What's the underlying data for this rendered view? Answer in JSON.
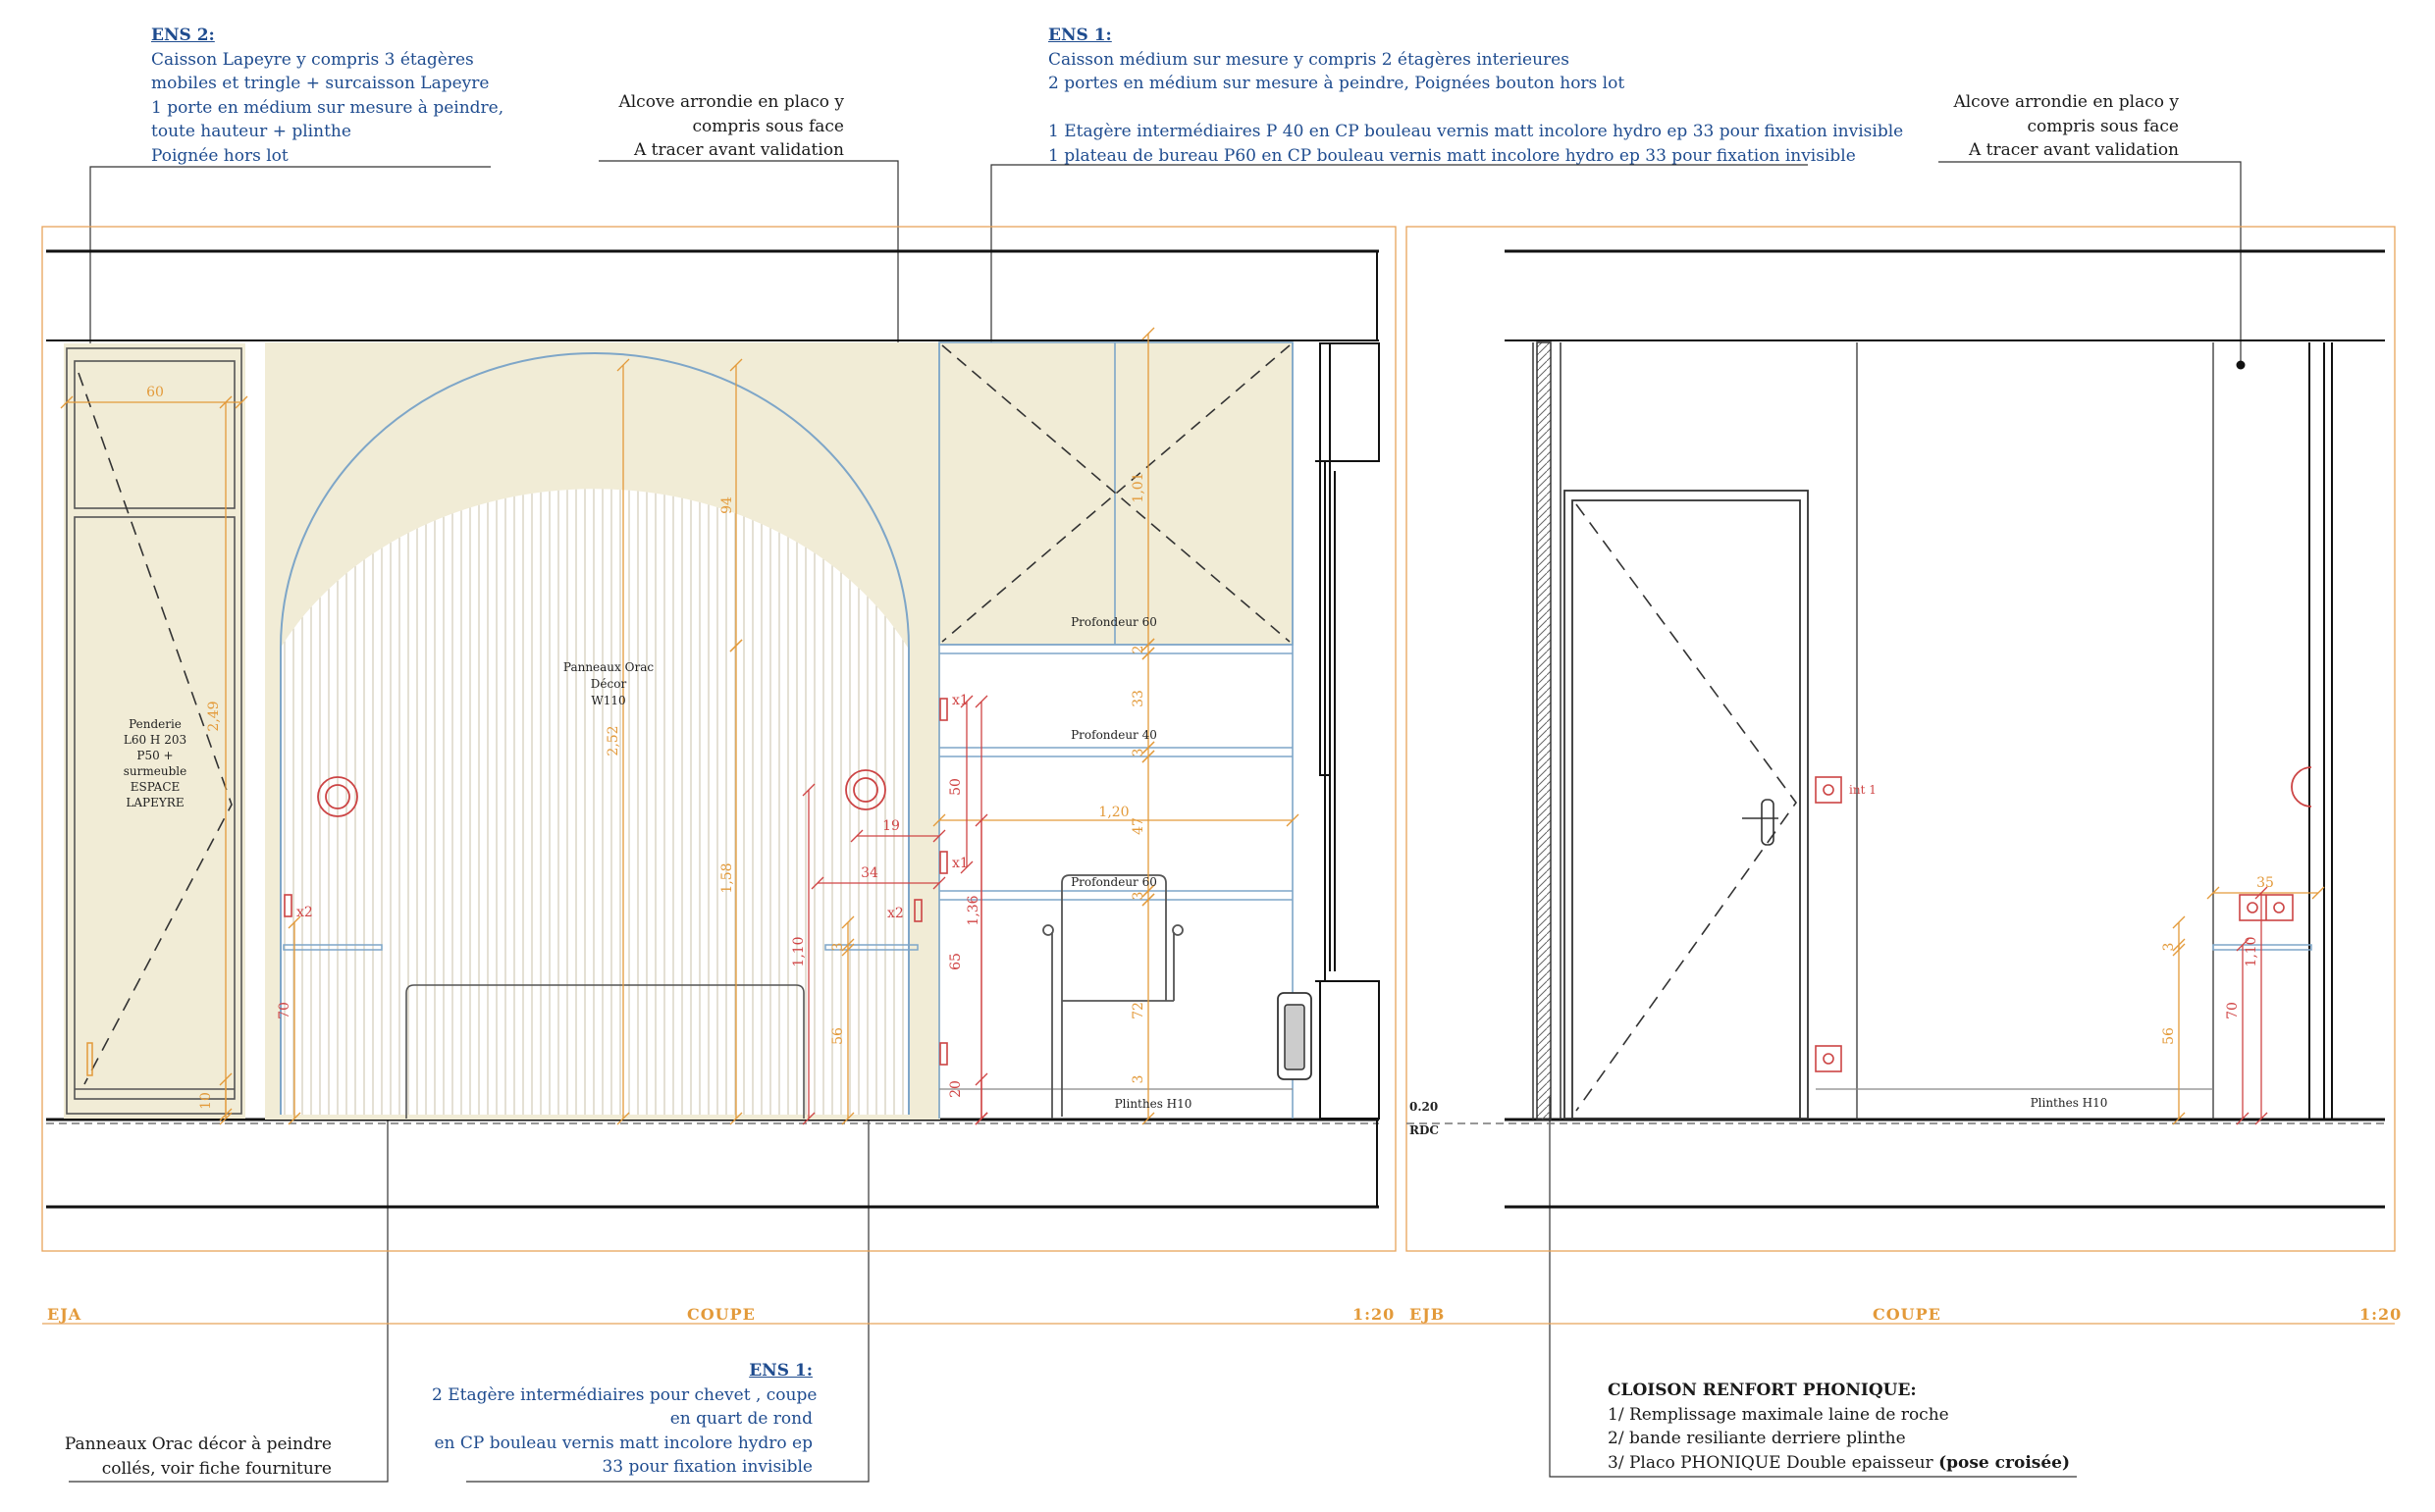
{
  "annotations": {
    "ens2_top": {
      "title": "ENS 2:",
      "lines": [
        "Caisson Lapeyre y compris 3 étagères",
        "mobiles et tringle + surcaisson Lapeyre",
        "1 porte en médium sur mesure à peindre,",
        "toute hauteur + plinthe",
        "Poignée hors lot"
      ]
    },
    "alcove_left": {
      "lines": [
        "Alcove arrondie  en placo y",
        "compris sous face",
        "A tracer avant validation"
      ]
    },
    "ens1_top": {
      "title": "ENS 1:",
      "lines": [
        "Caisson  médium sur mesure  y compris 2 étagères interieures",
        "2 portes en médium sur mesure à peindre, Poignées bouton hors lot",
        "",
        "1 Etagère intermédiaires P 40 en CP bouleau vernis matt incolore hydro ep 33 pour fixation invisible",
        "1 plateau de bureau P60 en CP bouleau vernis matt incolore hydro ep 33 pour fixation invisible"
      ]
    },
    "alcove_right": {
      "lines": [
        "Alcove arrondie  en placo y",
        "compris sous face",
        "A tracer avant validation"
      ]
    },
    "orac_bottom": {
      "lines": [
        "Panneaux Orac décor à peindre",
        "collés, voir fiche fourniture"
      ]
    },
    "ens1_bottom": {
      "title": "ENS 1:",
      "lines": [
        "2 Etagère intermédiaires pour chevet , coupe",
        "en quart de rond",
        "en CP bouleau vernis matt incolore hydro ep",
        "33 pour fixation invisible"
      ]
    },
    "cloison": {
      "title": "CLOISON RENFORT PHONIQUE:",
      "lines": [
        "1/ Remplissage maximale laine de roche",
        "2/ bande resiliante derriere plinthe"
      ],
      "last_prefix": "3/ Placo PHONIQUE Double epaisseur ",
      "last_bold": "(pose croisée)"
    }
  },
  "drawing_labels": {
    "penderie": [
      "Penderie",
      "L60 H 203",
      "P50 +",
      "surmeuble",
      "ESPACE",
      "LAPEYRE"
    ],
    "panneaux": [
      "Panneaux Orac",
      "Décor",
      "W110"
    ],
    "profondeur_60_top": "Profondeur 60",
    "profondeur_40": "Profondeur 40",
    "profondeur_60_bottom": "Profondeur 60",
    "plinthes_a": "Plinthes H10",
    "plinthes_b": "Plinthes H10",
    "level_value": "0.20",
    "level_label": "RDC",
    "int_label": "int 1",
    "x1_a": "x1",
    "x1_b": "x1",
    "x2_a": "x2",
    "x2_b": "x2"
  },
  "dimensions": {
    "d60": "60",
    "d249": "2,49",
    "d10": "10",
    "d94": "94",
    "d252": "2,52",
    "d158": "1,58",
    "d101": "1,01",
    "d2a": "2",
    "d33": "33",
    "d3a": "3",
    "d50": "50",
    "d19": "19",
    "d120": "1,20",
    "d47": "47",
    "d34": "34",
    "d136": "1,36",
    "d65": "65",
    "d3b": "3",
    "d72": "72",
    "d20": "20",
    "d110": "1,10",
    "d3c": "3",
    "d56": "56",
    "d70": "70",
    "d35": "35",
    "d110b": "1,10",
    "d3d": "3",
    "d56b": "56",
    "d70b": "70",
    "d3e": "3"
  },
  "footer": {
    "left_code": "EJA",
    "left_title": "COUPE",
    "left_scale": "1:20",
    "right_code": "EJB",
    "right_title": "COUPE",
    "right_scale": "1:20"
  },
  "colors": {
    "annotation_blue": "#1f4c8f",
    "frame_orange": "#e8a35a",
    "dimension_orange": "#e39a3a",
    "dimension_red": "#d04545",
    "beige_fill": "#f1ecd6",
    "blueprint_line": "#7ea6c8"
  }
}
